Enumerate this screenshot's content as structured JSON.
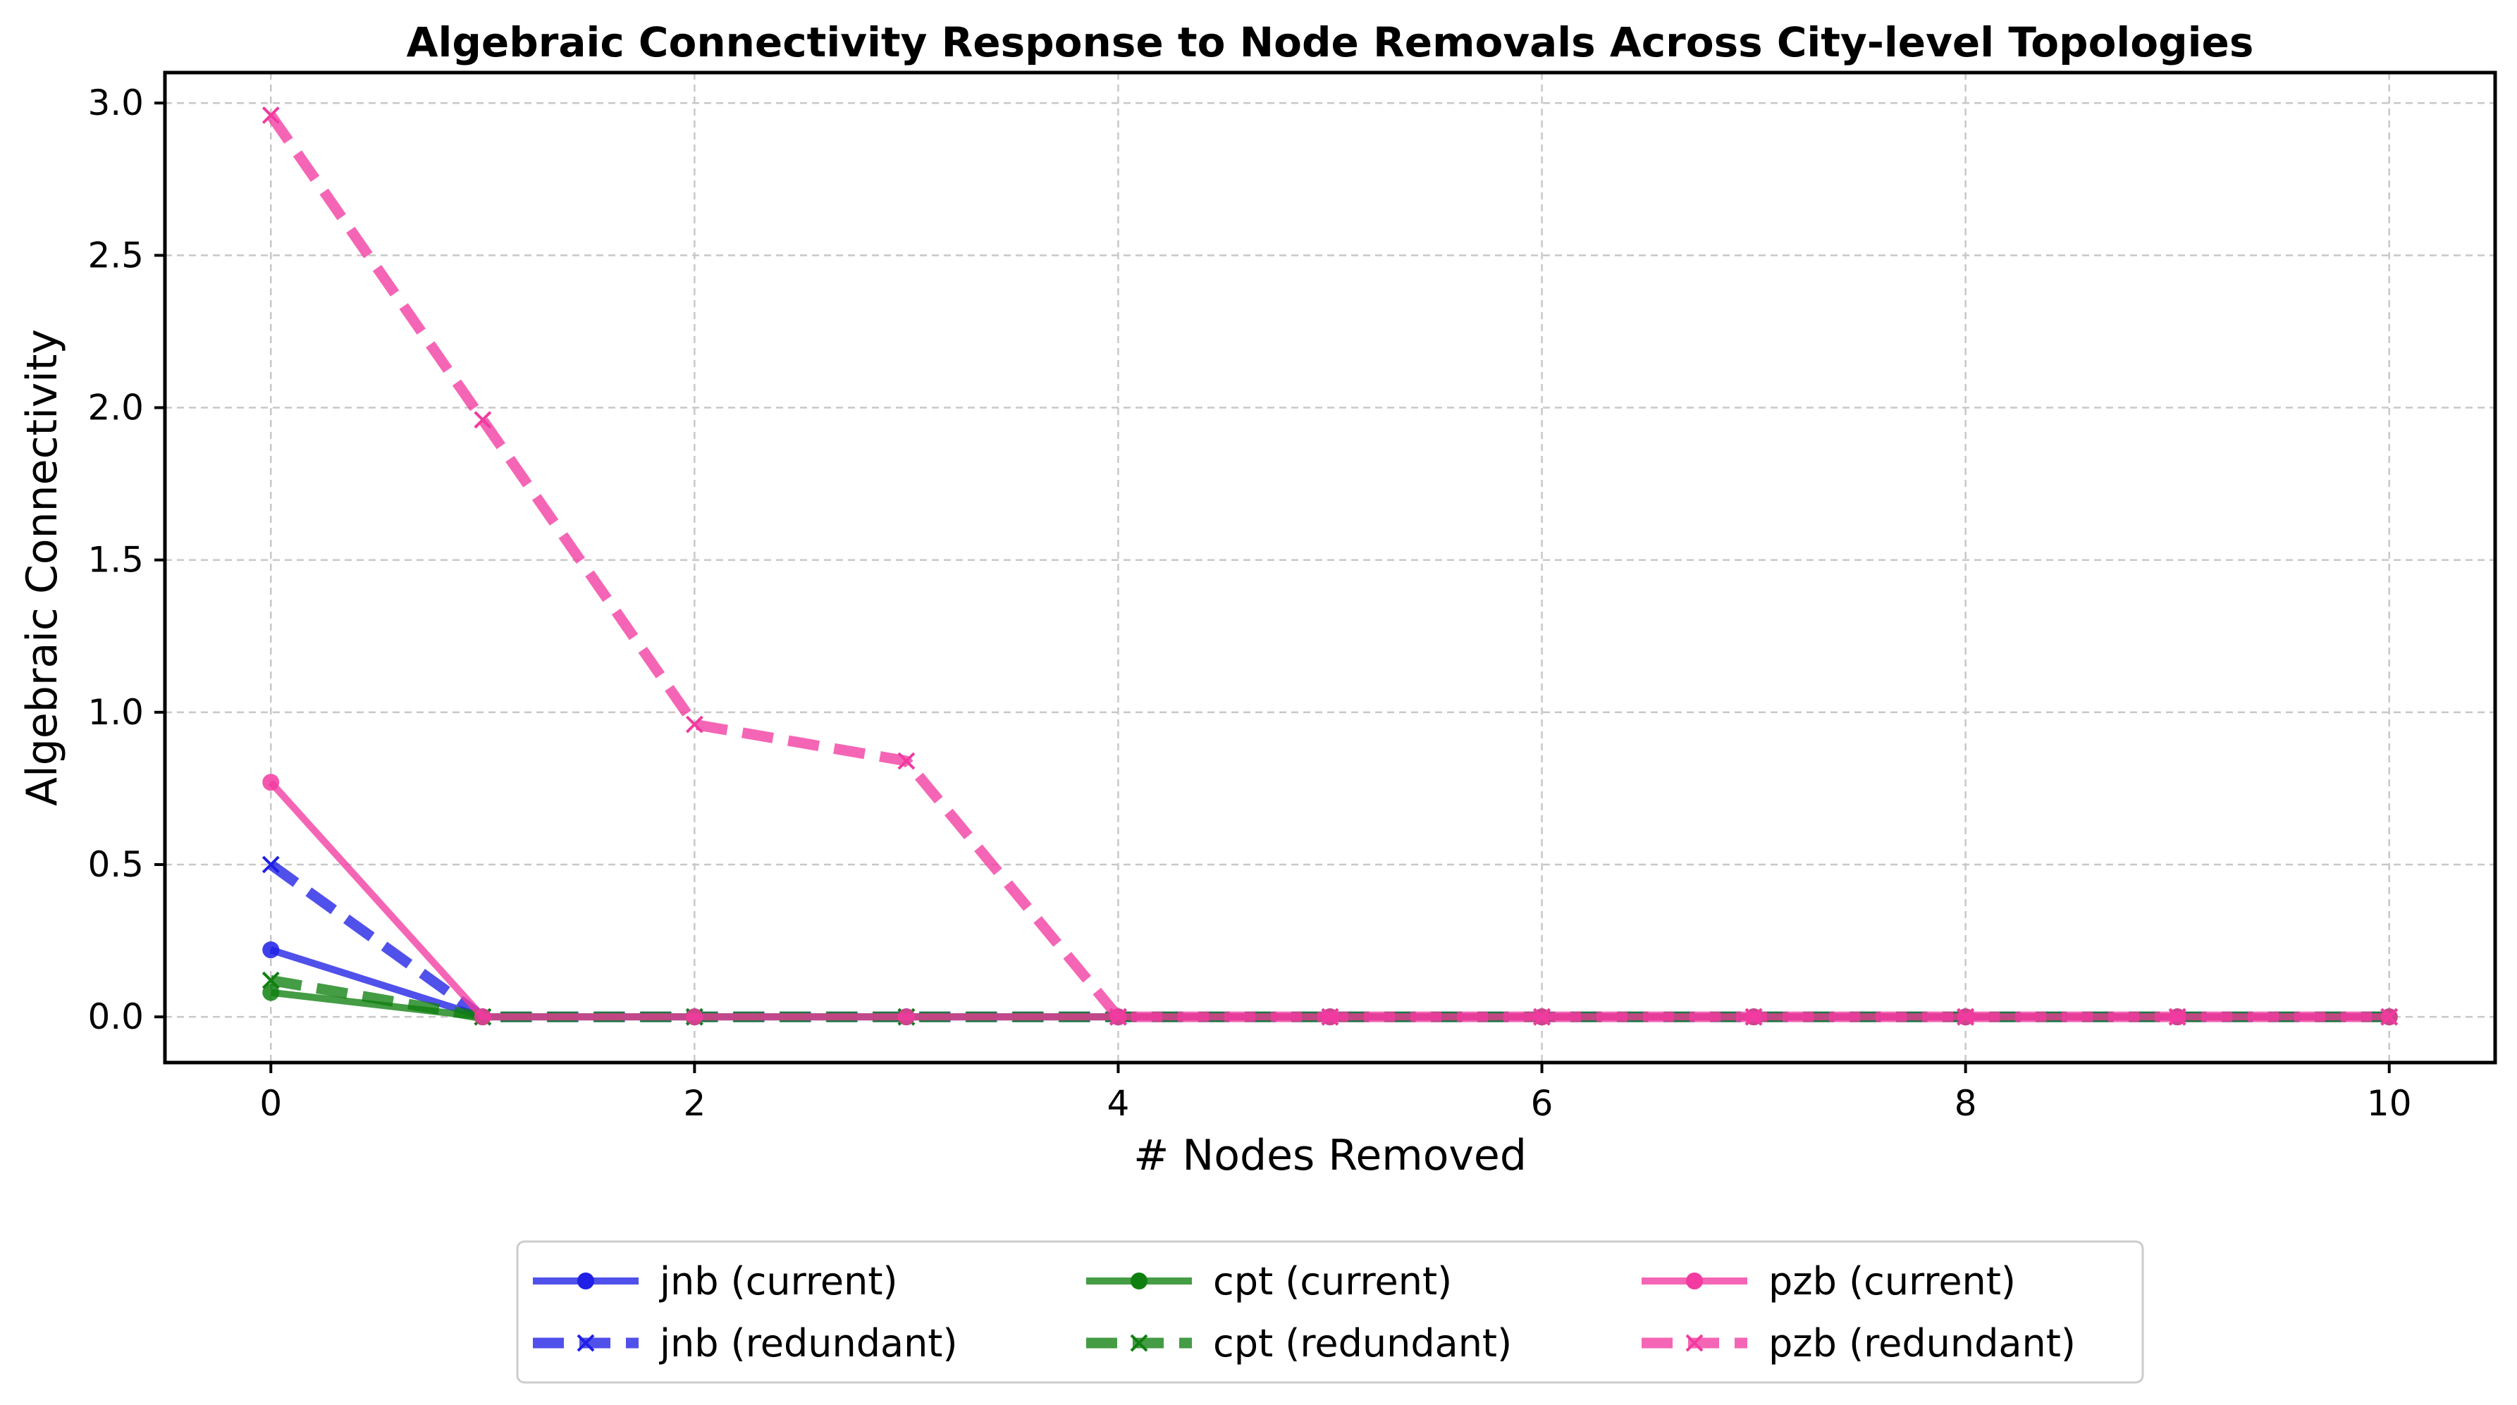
{
  "chart_data": {
    "type": "line",
    "title": "Algebraic Connectivity Response to Node Removals Across City-level Topologies",
    "xlabel": "# Nodes Removed",
    "ylabel": "Algebraic Connectivity",
    "xlim": [
      -0.5,
      10.5
    ],
    "ylim": [
      -0.15,
      3.1
    ],
    "xticks": [
      0,
      2,
      4,
      6,
      8,
      10
    ],
    "yticks": [
      0.0,
      0.5,
      1.0,
      1.5,
      2.0,
      2.5,
      3.0
    ],
    "ytick_labels": [
      "0.0",
      "0.5",
      "1.0",
      "1.5",
      "2.0",
      "2.5",
      "3.0"
    ],
    "grid": true,
    "legend_position": "bottom-center",
    "x": [
      0,
      1,
      2,
      3,
      4,
      5,
      6,
      7,
      8,
      9,
      10
    ],
    "series": [
      {
        "name": "jnb (current)",
        "color": "#1f1fe6",
        "linestyle": "solid",
        "marker": "circle",
        "values": [
          0.22,
          0.0,
          0.0,
          0.0,
          0.0,
          0.0,
          0.0,
          0.0,
          0.0,
          0.0,
          0.0
        ]
      },
      {
        "name": "jnb (redundant)",
        "color": "#1f1fe6",
        "linestyle": "dashed",
        "marker": "x",
        "values": [
          0.5,
          0.0,
          0.0,
          0.0,
          0.0,
          0.0,
          0.0,
          0.0,
          0.0,
          0.0,
          0.0
        ]
      },
      {
        "name": "cpt (current)",
        "color": "#0f800f",
        "linestyle": "solid",
        "marker": "circle",
        "values": [
          0.08,
          0.0,
          0.0,
          0.0,
          0.0,
          0.0,
          0.0,
          0.0,
          0.0,
          0.0,
          0.0
        ]
      },
      {
        "name": "cpt (redundant)",
        "color": "#0f800f",
        "linestyle": "dashed",
        "marker": "x",
        "values": [
          0.12,
          0.0,
          0.0,
          0.0,
          0.0,
          0.0,
          0.0,
          0.0,
          0.0,
          0.0,
          0.0
        ]
      },
      {
        "name": "pzb (current)",
        "color": "#f23aa0",
        "linestyle": "solid",
        "marker": "circle",
        "values": [
          0.77,
          0.0,
          0.0,
          0.0,
          0.0,
          0.0,
          0.0,
          0.0,
          0.0,
          0.0,
          0.0
        ]
      },
      {
        "name": "pzb (redundant)",
        "color": "#f23aa0",
        "linestyle": "dashed",
        "marker": "x",
        "values": [
          2.96,
          1.96,
          0.96,
          0.84,
          0.0,
          0.0,
          0.0,
          0.0,
          0.0,
          0.0,
          0.0
        ]
      }
    ]
  }
}
